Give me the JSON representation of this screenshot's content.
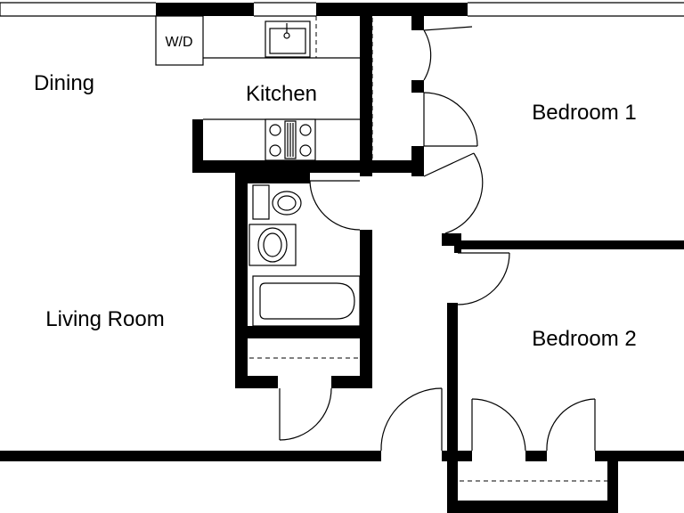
{
  "rooms": {
    "dining": "Dining",
    "kitchen": "Kitchen",
    "bedroom1": "Bedroom 1",
    "living": "Living Room",
    "bedroom2": "Bedroom 2"
  },
  "fixtures": {
    "washer_dryer": "W/D"
  }
}
